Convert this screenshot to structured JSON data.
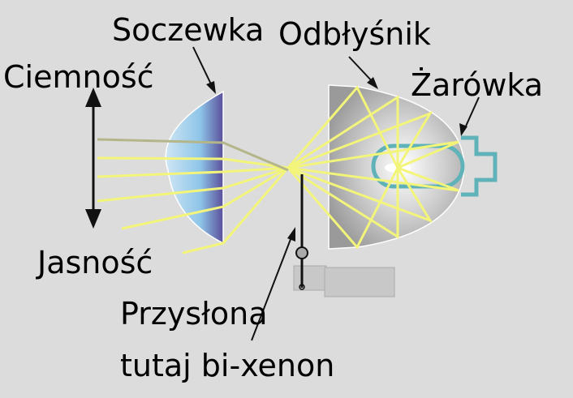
{
  "labels": {
    "lens": "Soczewka",
    "reflector": "Odbłyśnik",
    "darkness": "Ciemność",
    "bulb": "Żarówka",
    "brightness": "Jasność",
    "shutter_line1": "Przysłona",
    "shutter_line2": "tutaj bi-xenon"
  },
  "colors": {
    "background": "#dcdcdc",
    "ray": "#f3f57a",
    "bulb_outline": "#5fb3b8",
    "lens": "#8ec5e8"
  }
}
